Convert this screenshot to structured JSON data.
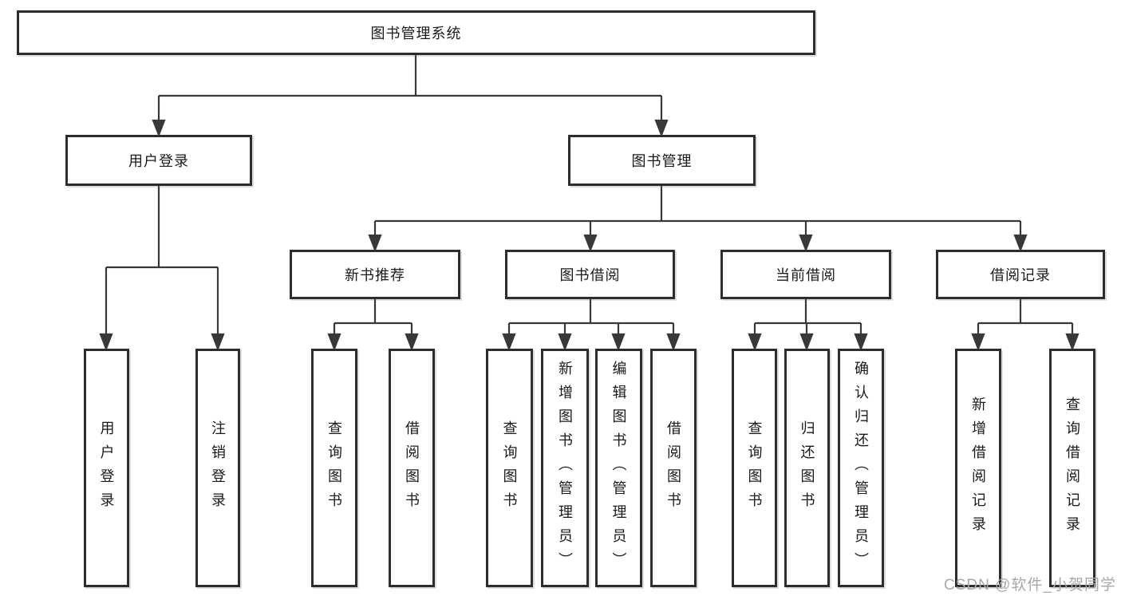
{
  "page": {
    "watermark": "CSDN @软件_小贺同学"
  },
  "nodes": {
    "root": "图书管理系统",
    "userLogin": "用户登录",
    "bookMgmt": "图书管理",
    "newBookRec": "新书推荐",
    "bookBorrow": "图书借阅",
    "currentBorrow": "当前借阅",
    "borrowRecord": "借阅记录",
    "leafUserLogin": "用户登录",
    "leafLogout": "注销登录",
    "leafQueryBookA": "查询图书",
    "leafBorrowBookA": "借阅图书",
    "leafQueryBookB": "查询图书",
    "leafAddBookAdmin": "新增图书（管理员）",
    "leafEditBookAdmin": "编辑图书（管理员）",
    "leafBorrowBookB": "借阅图书",
    "leafQueryBookC": "查询图书",
    "leafReturnBook": "归还图书",
    "leafConfirmReturnAdmin": "确认归还（管理员）",
    "leafAddBorrowRecord": "新增借阅记录",
    "leafQueryBorrowRecord": "查询借阅记录"
  },
  "tree": {
    "root": "图书管理系统",
    "children": [
      {
        "label": "用户登录",
        "children": [
          "用户登录",
          "注销登录"
        ]
      },
      {
        "label": "图书管理",
        "children": [
          {
            "label": "新书推荐",
            "children": [
              "查询图书",
              "借阅图书"
            ]
          },
          {
            "label": "图书借阅",
            "children": [
              "查询图书",
              "新增图书（管理员）",
              "编辑图书（管理员）",
              "借阅图书"
            ]
          },
          {
            "label": "当前借阅",
            "children": [
              "查询图书",
              "归还图书",
              "确认归还（管理员）"
            ]
          },
          {
            "label": "借阅记录",
            "children": [
              "新增借阅记录",
              "查询借阅记录"
            ]
          }
        ]
      }
    ]
  },
  "colors": {
    "line": "#383838",
    "border": "#2d2d2d",
    "text": "#1a1a1a",
    "watermark": "#a8a8a8"
  }
}
